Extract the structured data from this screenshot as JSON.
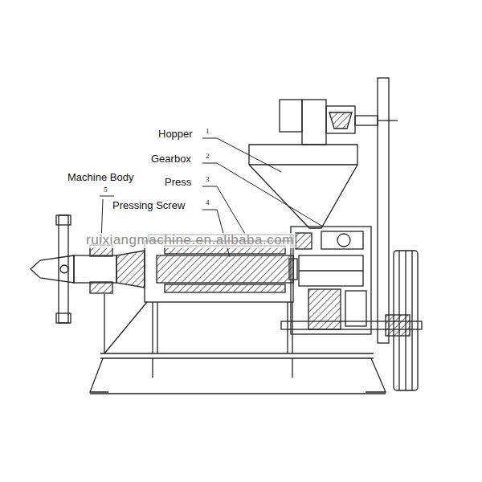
{
  "diagram": {
    "labels": [
      "Hopper",
      "1",
      "Gearbox",
      "2",
      "Machine Body",
      "5",
      "Press",
      "3",
      "Pressing Screw",
      "4",
      "ruixiangmachine.en.alibaba.com"
    ]
  }
}
